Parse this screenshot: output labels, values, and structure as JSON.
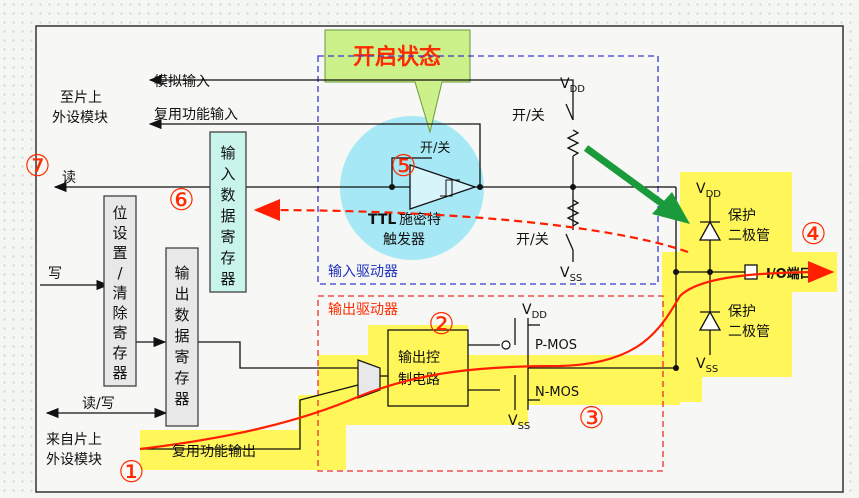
{
  "callout": {
    "title": "开启状态"
  },
  "labels": {
    "analog_input": "模拟输入",
    "alt_input": "复用功能输入",
    "to_chip_line1": "至片上",
    "to_chip_line2": "外设模块",
    "read": "读",
    "write": "写",
    "read_write": "读/写",
    "from_chip_line1": "来自片上",
    "from_chip_line2": "外设模块",
    "alt_output": "复用功能输出",
    "on_off_switch": "开/关",
    "on_off_top": "开/关",
    "on_off_bottom": "开/关",
    "ttl": "TTL",
    "schmitt_line1": "施密特",
    "schmitt_line2": "触发器",
    "input_driver": "输入驱动器",
    "output_driver": "输出驱动器",
    "input_data_register": [
      "输",
      "入",
      "数",
      "据",
      "寄",
      "存",
      "器"
    ],
    "output_data_register": [
      "输",
      "出",
      "数",
      "据",
      "寄",
      "存",
      "器"
    ],
    "set_reset_register": [
      "位",
      "设",
      "置",
      "/",
      "清",
      "除",
      "寄",
      "存",
      "器"
    ],
    "output_control_line1": "输出控",
    "output_control_line2": "制电路",
    "pmos": "P-MOS",
    "nmos": "N-MOS",
    "vdd": "V",
    "vdd_sub": "DD",
    "vss": "V",
    "vss_sub": "SS",
    "protect_top_1": "保护",
    "protect_top_2": "二极管",
    "protect_bottom_1": "保护",
    "protect_bottom_2": "二极管",
    "io_pin": "I/O端口"
  },
  "markers": {
    "m1": "①",
    "m2": "②",
    "m3": "③",
    "m4": "④",
    "m5": "⑤",
    "m6": "⑥",
    "m7": "⑦"
  },
  "colors": {
    "highlight": "#fff65a",
    "red_path": "#ff1e00",
    "arrow_green": "#1a9a3a",
    "input_box": "#3a3ad0",
    "output_box": "#e83030",
    "bubble": "#a6e8f5",
    "callout_fill": "#ccf08a"
  }
}
